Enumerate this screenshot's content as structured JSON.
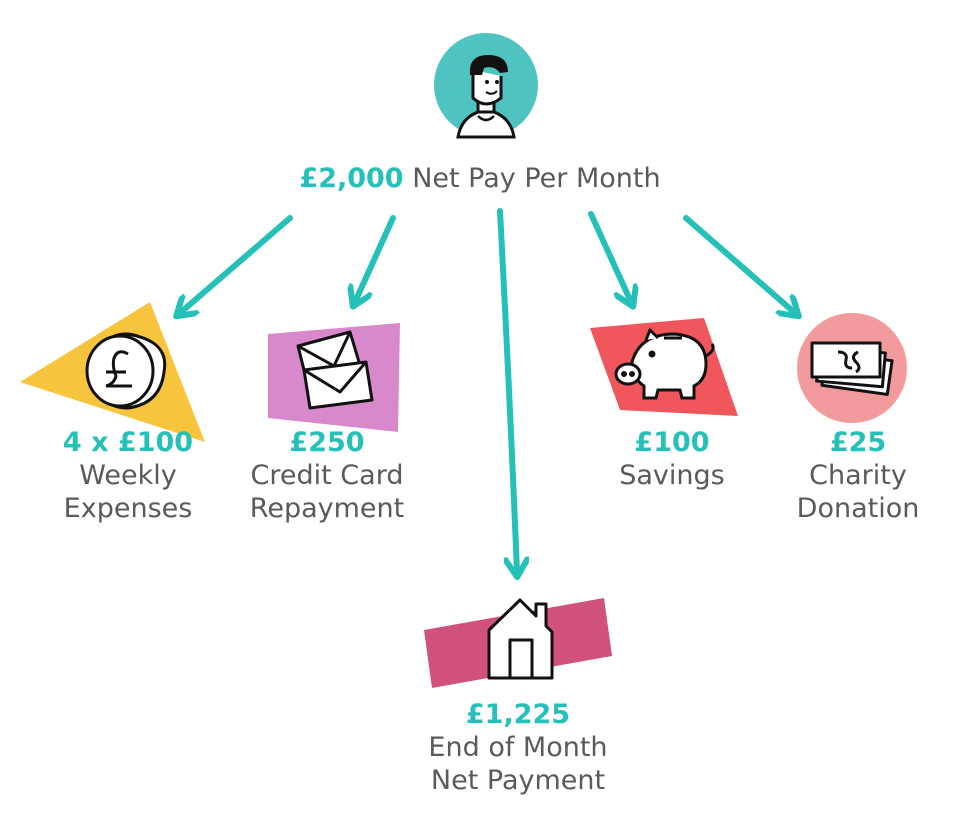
{
  "header": {
    "amount": "£2,000",
    "text": " Net Pay Per Month"
  },
  "items": [
    {
      "key": "weekly",
      "amount": "4 x £100",
      "line1": "Weekly",
      "line2": "Expenses",
      "icon": "pound-coin-icon"
    },
    {
      "key": "credit",
      "amount": "£250",
      "line1": "Credit Card",
      "line2": "Repayment",
      "icon": "envelopes-icon"
    },
    {
      "key": "savings",
      "amount": "£100",
      "line1": "Savings",
      "line2": "",
      "icon": "piggy-bank-icon"
    },
    {
      "key": "charity",
      "amount": "£25",
      "line1": "Charity",
      "line2": "Donation",
      "icon": "cash-stack-icon"
    },
    {
      "key": "endmonth",
      "amount": "£1,225",
      "line1": "End of Month",
      "line2": "Net Payment",
      "icon": "house-icon"
    }
  ],
  "colors": {
    "accent": "#25c0b8",
    "text": "#5a5a5a",
    "avatar_bg": "#4fc3c0",
    "weekly_bg": "#f7c53d",
    "credit_bg": "#d889cc",
    "savings_bg": "#f0575c",
    "charity_bg": "#f39a9c",
    "endmonth_bg": "#d0527a"
  }
}
